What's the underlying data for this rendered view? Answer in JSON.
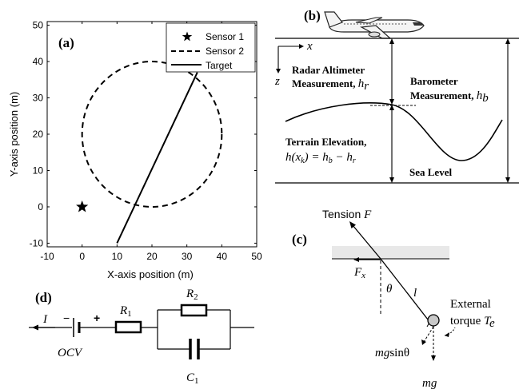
{
  "panel_a": {
    "label": "(a)",
    "xlabel": "X-axis position (m)",
    "ylabel": "Y-axis position (m)",
    "xticks": [
      "-10",
      "0",
      "10",
      "20",
      "30",
      "40",
      "50"
    ],
    "yticks": [
      "-10",
      "0",
      "10",
      "20",
      "30",
      "40",
      "50"
    ],
    "legend": [
      "Sensor 1",
      "Sensor 2",
      "Target"
    ]
  },
  "chart_data": {
    "type": "scatter",
    "xlabel": "X-axis position (m)",
    "ylabel": "Y-axis position (m)",
    "xlim": [
      -10,
      50
    ],
    "ylim": [
      -11,
      51
    ],
    "grid": false,
    "legend_position": "top-right",
    "series": [
      {
        "name": "Sensor 1",
        "marker": "star",
        "points": [
          [
            0,
            0
          ]
        ]
      },
      {
        "name": "Sensor 2",
        "style": "dashed",
        "shape": "circle",
        "center": [
          20,
          20
        ],
        "radius": 20
      },
      {
        "name": "Target",
        "style": "solid",
        "points": [
          [
            10,
            -10
          ],
          [
            33,
            37
          ]
        ]
      }
    ]
  },
  "panel_b": {
    "label": "(b)",
    "x_axis": "x",
    "z_axis": "z",
    "radar_line1": "Radar Altimeter",
    "radar_line2": "Measurement,",
    "radar_sym": "h",
    "radar_sub": "r",
    "baro_line1": "Barometer",
    "baro_line2": "Measurement,",
    "baro_sym": "h",
    "baro_sub": "b",
    "terrain_line1": "Terrain Elevation,",
    "terrain_eq": "h(x",
    "terrain_eq_sub": "k",
    "terrain_eq_rest": ") = h",
    "terrain_eq_b": "b",
    "terrain_eq_minus": " − h",
    "terrain_eq_r": "r",
    "sea_level": "Sea Level"
  },
  "panel_c": {
    "label": "(c)",
    "tension": "Tension",
    "tension_sym": "F",
    "fx_sym": "F",
    "fx_sub": "x",
    "theta": "θ",
    "length": "l",
    "torque_line1": "External",
    "torque_line2": "torque",
    "torque_sym": "T",
    "torque_sub": "e",
    "mg_sin": "mg",
    "mg_sin_rest": "sinθ",
    "mg": "mg"
  },
  "panel_d": {
    "label": "(d)",
    "current": "I",
    "minus": "−",
    "plus": "+",
    "ocv": "OCV",
    "r1": "R",
    "r1_sub": "1",
    "r2": "R",
    "r2_sub": "2",
    "c1": "C",
    "c1_sub": "1"
  },
  "colors": {
    "line": "#000000",
    "sea_band": "#e8e8e8",
    "bob": "#c8c8c8"
  }
}
